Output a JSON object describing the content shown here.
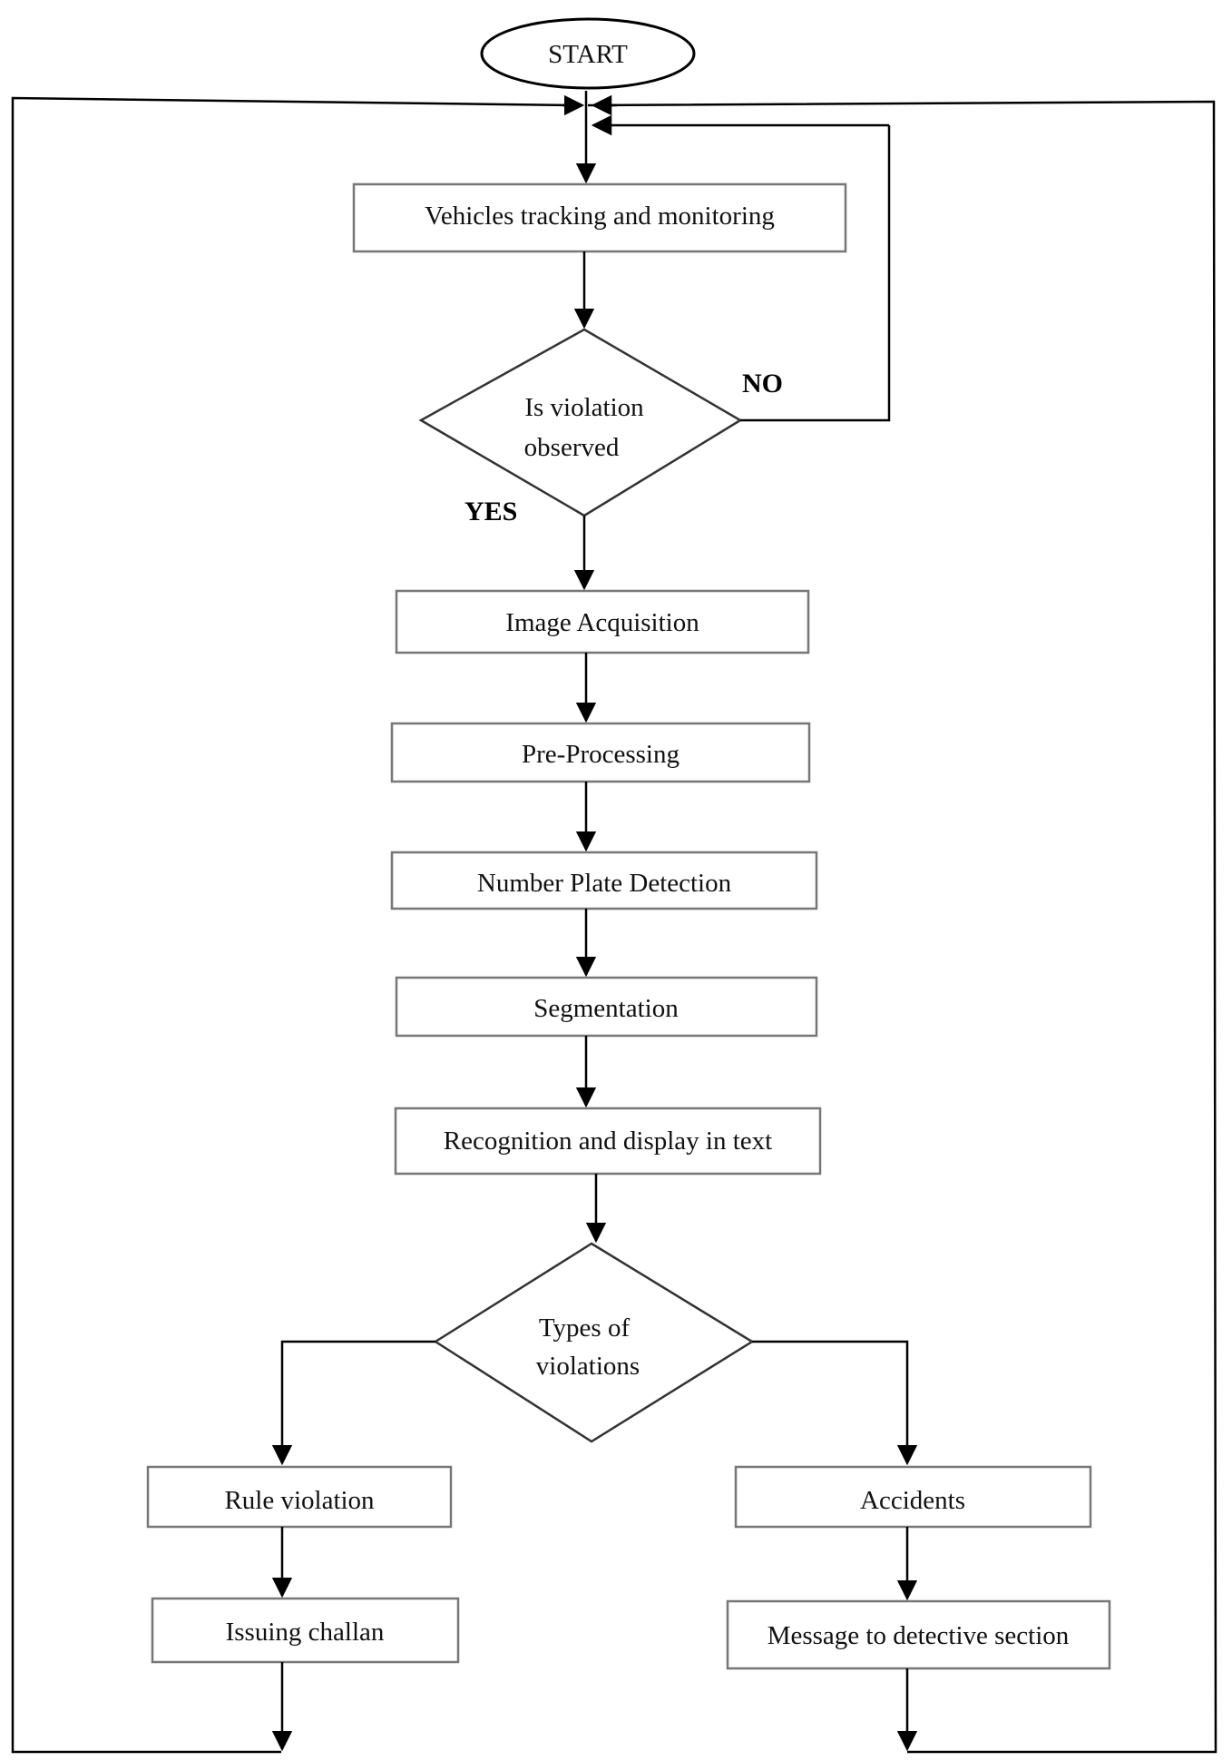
{
  "flowchart": {
    "start": "START",
    "tracking": "Vehicles tracking and monitoring",
    "decision1": {
      "line1": "Is violation",
      "line2": "observed"
    },
    "no_label": "NO",
    "yes_label": "YES",
    "acquisition": "Image Acquisition",
    "preprocessing": "Pre-Processing",
    "plate_detection": "Number Plate Detection",
    "segmentation": "Segmentation",
    "recognition": "Recognition and display in text",
    "decision2": {
      "line1": "Types of",
      "line2": "violations"
    },
    "rule_violation": "Rule violation",
    "issuing_challan": "Issuing challan",
    "accidents": "Accidents",
    "message": "Message to detective section"
  }
}
